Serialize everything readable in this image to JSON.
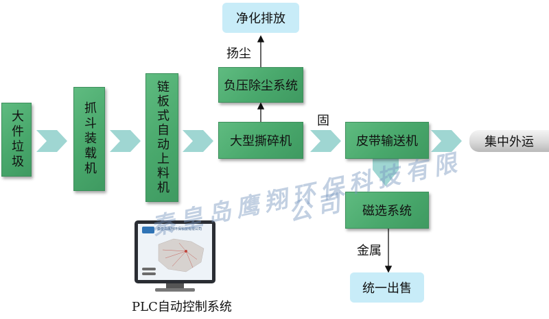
{
  "nodes": {
    "large_bulky_waste": "大件垃圾",
    "grab_loading": "抓斗装载机",
    "chain_plate_feeder": "链板式自动上料机",
    "large_shredder": "大型撕碎机",
    "negative_pressure_dust": "负压除尘系统",
    "purified_discharge": "净化排放",
    "belt_conveyor": "皮带输送机",
    "magnetic_separation": "磁选系统",
    "unified_sale": "统一出售",
    "centralized_transport": "集中外运"
  },
  "edge_labels": {
    "dust": "扬尘",
    "solid": "固",
    "metal": "金属"
  },
  "plc": {
    "caption": "PLC自动控制系统",
    "screen_company": "秦皇岛鹰翔环保科技有限公司"
  },
  "watermark": {
    "line1": "秦皇岛鹰翔环保科技有限",
    "line2": "公司"
  },
  "colors": {
    "box_green": "#4aa96d",
    "chevron_teal": "#9fd6d2",
    "cloud_blue": "#c8ecf8",
    "arrow_black": "#111111"
  }
}
